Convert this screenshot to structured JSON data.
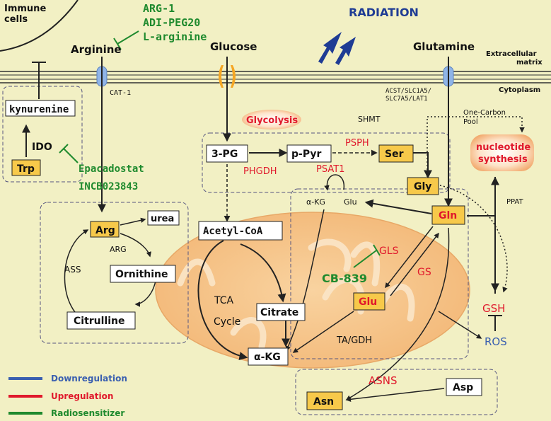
{
  "labels": {
    "immune_cells_1": "Immune",
    "immune_cells_2": "cells",
    "arginine": "Arginine",
    "glucose": "Glucose",
    "glutamine": "Glutamine",
    "radiation": "RADIATION",
    "extracellular_1": "Extracellular",
    "extracellular_2": "matrix",
    "cytoplasm": "Cytoplasm",
    "cat1": "CAT-1",
    "acst_1": "ACST/SLC1A5/",
    "acst_2": "SLC7A5/LAT1",
    "arg1": "ARG-1",
    "adipeg": "ADI-PEG20",
    "larginine": "L-arginine",
    "kynurenine": "kynurenine",
    "ido": "IDO",
    "trp": "Trp",
    "epacadostat": "Epacadostat",
    "incb": "INCB023843",
    "glycolysis": "Glycolysis",
    "shmt": "SHMT",
    "one_carbon_1": "One-Carbon",
    "one_carbon_2": "Pool",
    "nucleotide_1": "nucleotide",
    "nucleotide_2": "synthesis",
    "pg3": "3-PG",
    "ppyr": "p-Pyr",
    "psph": "PSPH",
    "ser": "Ser",
    "phgdh": "PHGDH",
    "psat1": "PSAT1",
    "gly": "Gly",
    "akg_small": "α-KG",
    "glu_small": "Glu",
    "gln": "Gln",
    "ppat": "PPAT",
    "arg": "Arg",
    "urea": "urea",
    "argenz": "ARG",
    "ass": "ASS",
    "ornithine": "Ornithine",
    "citrulline": "Citrulline",
    "acetylcoa": "Acetyl-CoA",
    "tca": "TCA",
    "cycle": "Cycle",
    "citrate": "Citrate",
    "akg": "α-KG",
    "gls": "GLS",
    "cb839": "CB-839",
    "gs": "GS",
    "glu": "Glu",
    "tagdh": "TA/GDH",
    "gsh": "GSH",
    "ros": "ROS",
    "asns": "ASNS",
    "asp": "Asp",
    "asn": "Asn"
  },
  "legend": [
    {
      "label": "Downregulation",
      "color": "#3a5fb0"
    },
    {
      "label": "Upregulation",
      "color": "#e0192c"
    },
    {
      "label": "Radiosensitizer",
      "color": "#1f8a2e"
    }
  ],
  "colors": {
    "background": "#f2f0c4",
    "green": "#1f8a2e",
    "red": "#e0192c",
    "blue": "#3a5fb0",
    "radiation": "#1f3c94",
    "box_fill": "#f7c94a",
    "mito_fill": "#f7c88f"
  }
}
